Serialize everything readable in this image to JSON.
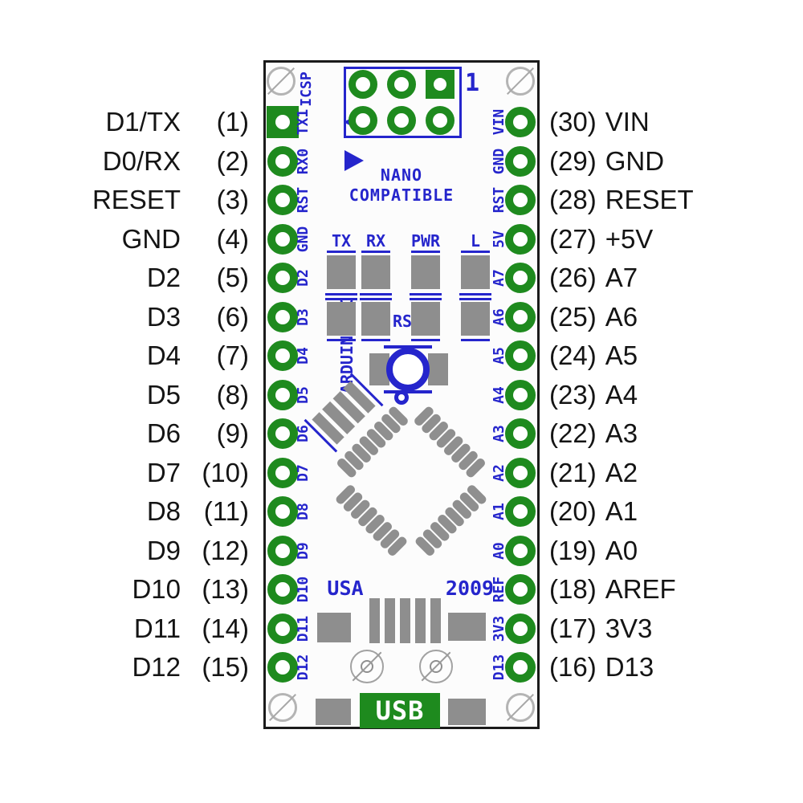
{
  "colors": {
    "pad_green": "#1e8a1e",
    "silk_blue": "#2525cc",
    "smd_gray": "#8e8e8e",
    "label_text": "#141414"
  },
  "board_silk": {
    "title_line1": "NANO",
    "title_line2": "COMPATIBLE",
    "icsp_label": "ICSP",
    "icsp_pin1": "1",
    "arduino_text": "ARDUINO.CC",
    "rst_label": "RST",
    "usa_text": "USA",
    "year_text": "2009",
    "usb_label": "USB",
    "led_labels": [
      "TX",
      "RX",
      "PWR",
      "L"
    ]
  },
  "left_pins": [
    {
      "name": "D1/TX",
      "number": "(1)",
      "silk": "TX1"
    },
    {
      "name": "D0/RX",
      "number": "(2)",
      "silk": "RX0"
    },
    {
      "name": "RESET",
      "number": "(3)",
      "silk": "RST"
    },
    {
      "name": "GND",
      "number": "(4)",
      "silk": "GND"
    },
    {
      "name": "D2",
      "number": "(5)",
      "silk": "D2"
    },
    {
      "name": "D3",
      "number": "(6)",
      "silk": "D3"
    },
    {
      "name": "D4",
      "number": "(7)",
      "silk": "D4"
    },
    {
      "name": "D5",
      "number": "(8)",
      "silk": "D5"
    },
    {
      "name": "D6",
      "number": "(9)",
      "silk": "D6"
    },
    {
      "name": "D7",
      "number": "(10)",
      "silk": "D7"
    },
    {
      "name": "D8",
      "number": "(11)",
      "silk": "D8"
    },
    {
      "name": "D9",
      "number": "(12)",
      "silk": "D9"
    },
    {
      "name": "D10",
      "number": "(13)",
      "silk": "D10"
    },
    {
      "name": "D11",
      "number": "(14)",
      "silk": "D11"
    },
    {
      "name": "D12",
      "number": "(15)",
      "silk": "D12"
    }
  ],
  "right_pins": [
    {
      "number": "(30)",
      "name": "VIN",
      "silk": "VIN"
    },
    {
      "number": "(29)",
      "name": "GND",
      "silk": "GND"
    },
    {
      "number": "(28)",
      "name": "RESET",
      "silk": "RST"
    },
    {
      "number": "(27)",
      "name": "+5V",
      "silk": "5V"
    },
    {
      "number": "(26)",
      "name": "A7",
      "silk": "A7"
    },
    {
      "number": "(25)",
      "name": "A6",
      "silk": "A6"
    },
    {
      "number": "(24)",
      "name": "A5",
      "silk": "A5"
    },
    {
      "number": "(23)",
      "name": "A4",
      "silk": "A4"
    },
    {
      "number": "(22)",
      "name": "A3",
      "silk": "A3"
    },
    {
      "number": "(21)",
      "name": "A2",
      "silk": "A2"
    },
    {
      "number": "(20)",
      "name": "A1",
      "silk": "A1"
    },
    {
      "number": "(19)",
      "name": "A0",
      "silk": "A0"
    },
    {
      "number": "(18)",
      "name": "AREF",
      "silk": "REF"
    },
    {
      "number": "(17)",
      "name": "3V3",
      "silk": "3V3"
    },
    {
      "number": "(16)",
      "name": "D13",
      "silk": "D13"
    }
  ]
}
